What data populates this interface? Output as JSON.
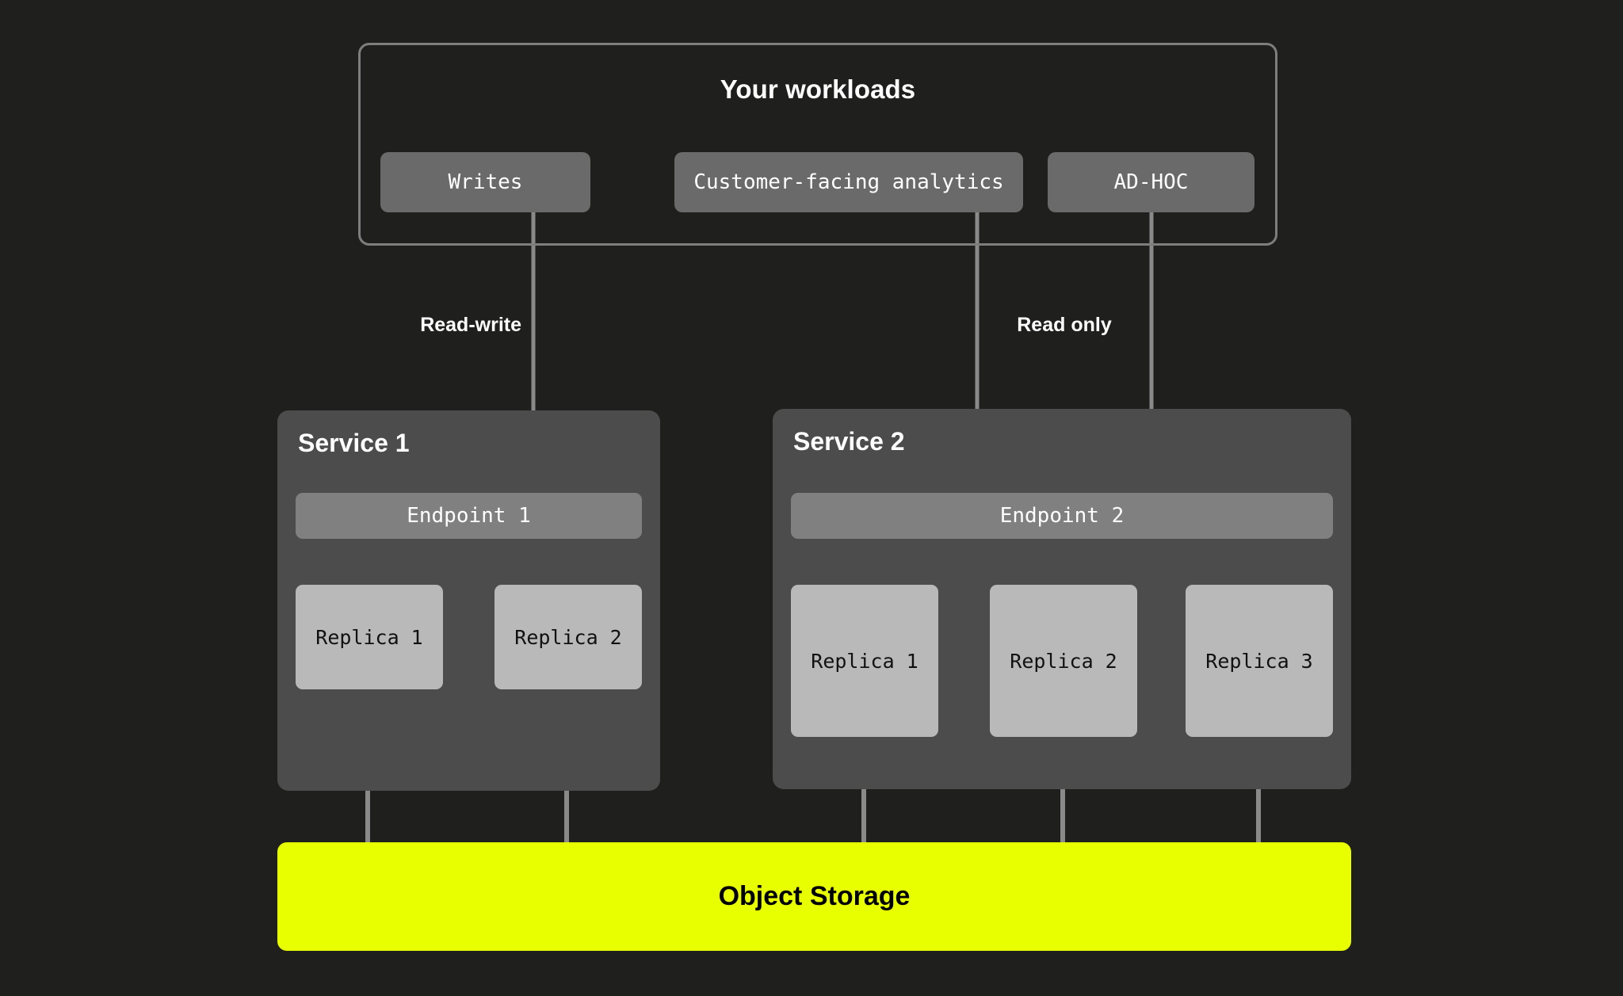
{
  "diagram": {
    "background_color": "#1f1f1d",
    "workloads": {
      "title": "Your workloads",
      "chips": [
        {
          "label": "Writes"
        },
        {
          "label": "Customer-facing analytics"
        },
        {
          "label": "AD-HOC"
        }
      ]
    },
    "edge_labels": {
      "read_write": "Read-write",
      "read_only": "Read only"
    },
    "services": [
      {
        "title": "Service 1",
        "endpoint": "Endpoint 1",
        "replicas": [
          {
            "label": "Replica 1"
          },
          {
            "label": "Replica 2"
          }
        ]
      },
      {
        "title": "Service 2",
        "endpoint": "Endpoint 2",
        "replicas": [
          {
            "label": "Replica 1"
          },
          {
            "label": "Replica 2"
          },
          {
            "label": "Replica 3"
          }
        ]
      }
    ],
    "storage": {
      "label": "Object Storage",
      "color": "#e8ff00"
    },
    "colors": {
      "background": "#1f1f1d",
      "frame_border": "#7e7e7e",
      "chip": "#6a6a6a",
      "service_panel": "#4c4c4c",
      "endpoint_bar": "#808080",
      "replica_box": "#b9b9b9",
      "connector": "#8a8a8a",
      "storage_accent": "#e8ff00",
      "text_light": "#ffffff",
      "text_dark": "#111111"
    }
  }
}
